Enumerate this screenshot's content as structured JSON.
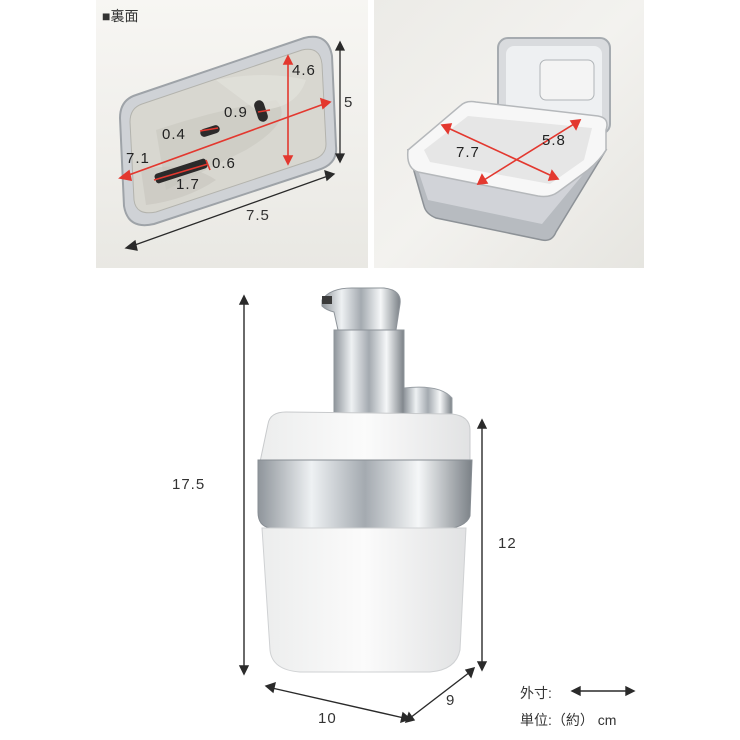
{
  "back_panel": {
    "title": "■裏面",
    "dims": {
      "width": "7.5",
      "height": "5",
      "slot_depth": "4.6",
      "hole_top": "0.9",
      "hole_mid": "0.4",
      "span": "7.1",
      "slot_small": "0.6",
      "slot_len": "1.7"
    }
  },
  "tray_panel": {
    "dims": {
      "length": "7.7",
      "width": "5.8"
    }
  },
  "product": {
    "dims": {
      "height_total": "17.5",
      "height_body": "12",
      "width": "10",
      "depth": "9"
    }
  },
  "legend": {
    "outer_label": "外寸:",
    "unit_label": "単位:（約） cm"
  },
  "colors": {
    "measure_red": "#e3382f",
    "measure_dark": "#2a2a2a"
  }
}
